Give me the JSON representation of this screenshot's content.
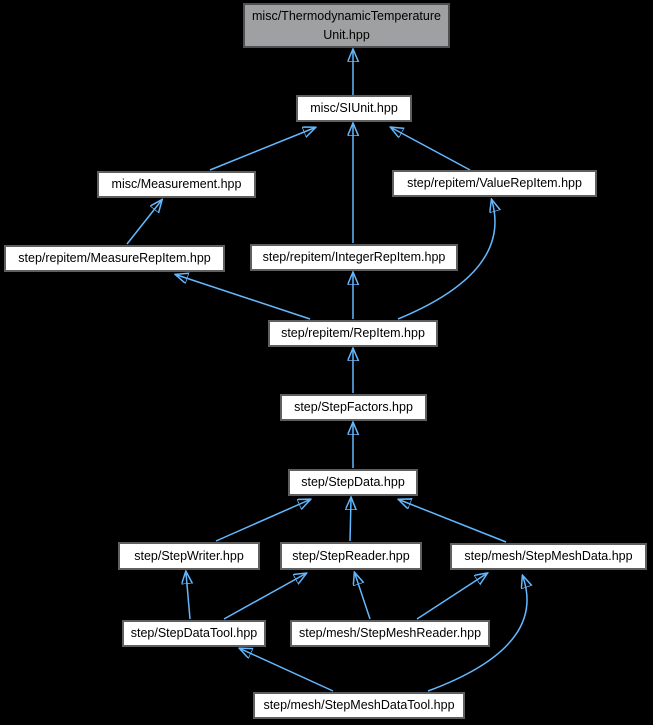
{
  "graph": {
    "kind": "included-by-dependency-graph",
    "background_color": "#000000",
    "edge_color": "#63b8ff",
    "node_fill": "#ffffff",
    "node_border": "#5f5f5f",
    "current_node_fill": "#9fa0a1",
    "current_node_border": "#4d5053",
    "text_color": "#000000",
    "nodes": [
      {
        "label": "misc/ThermodynamicTemperature Unit.hpp",
        "current": true
      },
      {
        "label": "misc/SIUnit.hpp"
      },
      {
        "label": "misc/Measurement.hpp"
      },
      {
        "label": "step/repitem/ValueRepItem.hpp"
      },
      {
        "label": "step/repitem/MeasureRepItem.hpp"
      },
      {
        "label": "step/repitem/IntegerRepItem.hpp"
      },
      {
        "label": "step/repitem/RepItem.hpp"
      },
      {
        "label": "step/StepFactors.hpp"
      },
      {
        "label": "step/StepData.hpp"
      },
      {
        "label": "step/StepWriter.hpp"
      },
      {
        "label": "step/StepReader.hpp"
      },
      {
        "label": "step/mesh/StepMeshData.hpp"
      },
      {
        "label": "step/StepDataTool.hpp"
      },
      {
        "label": "step/mesh/StepMeshReader.hpp"
      },
      {
        "label": "step/mesh/StepMeshDataTool.hpp"
      }
    ],
    "edges": [
      {
        "from": 1,
        "to": 0
      },
      {
        "from": 2,
        "to": 1
      },
      {
        "from": 5,
        "to": 1
      },
      {
        "from": 3,
        "to": 1
      },
      {
        "from": 4,
        "to": 2
      },
      {
        "from": 6,
        "to": 4
      },
      {
        "from": 6,
        "to": 5
      },
      {
        "from": 6,
        "to": 3
      },
      {
        "from": 7,
        "to": 6
      },
      {
        "from": 8,
        "to": 7
      },
      {
        "from": 9,
        "to": 8
      },
      {
        "from": 10,
        "to": 8
      },
      {
        "from": 11,
        "to": 8
      },
      {
        "from": 12,
        "to": 9
      },
      {
        "from": 12,
        "to": 10
      },
      {
        "from": 13,
        "to": 10
      },
      {
        "from": 13,
        "to": 11
      },
      {
        "from": 14,
        "to": 12
      },
      {
        "from": 14,
        "to": 11
      }
    ]
  }
}
